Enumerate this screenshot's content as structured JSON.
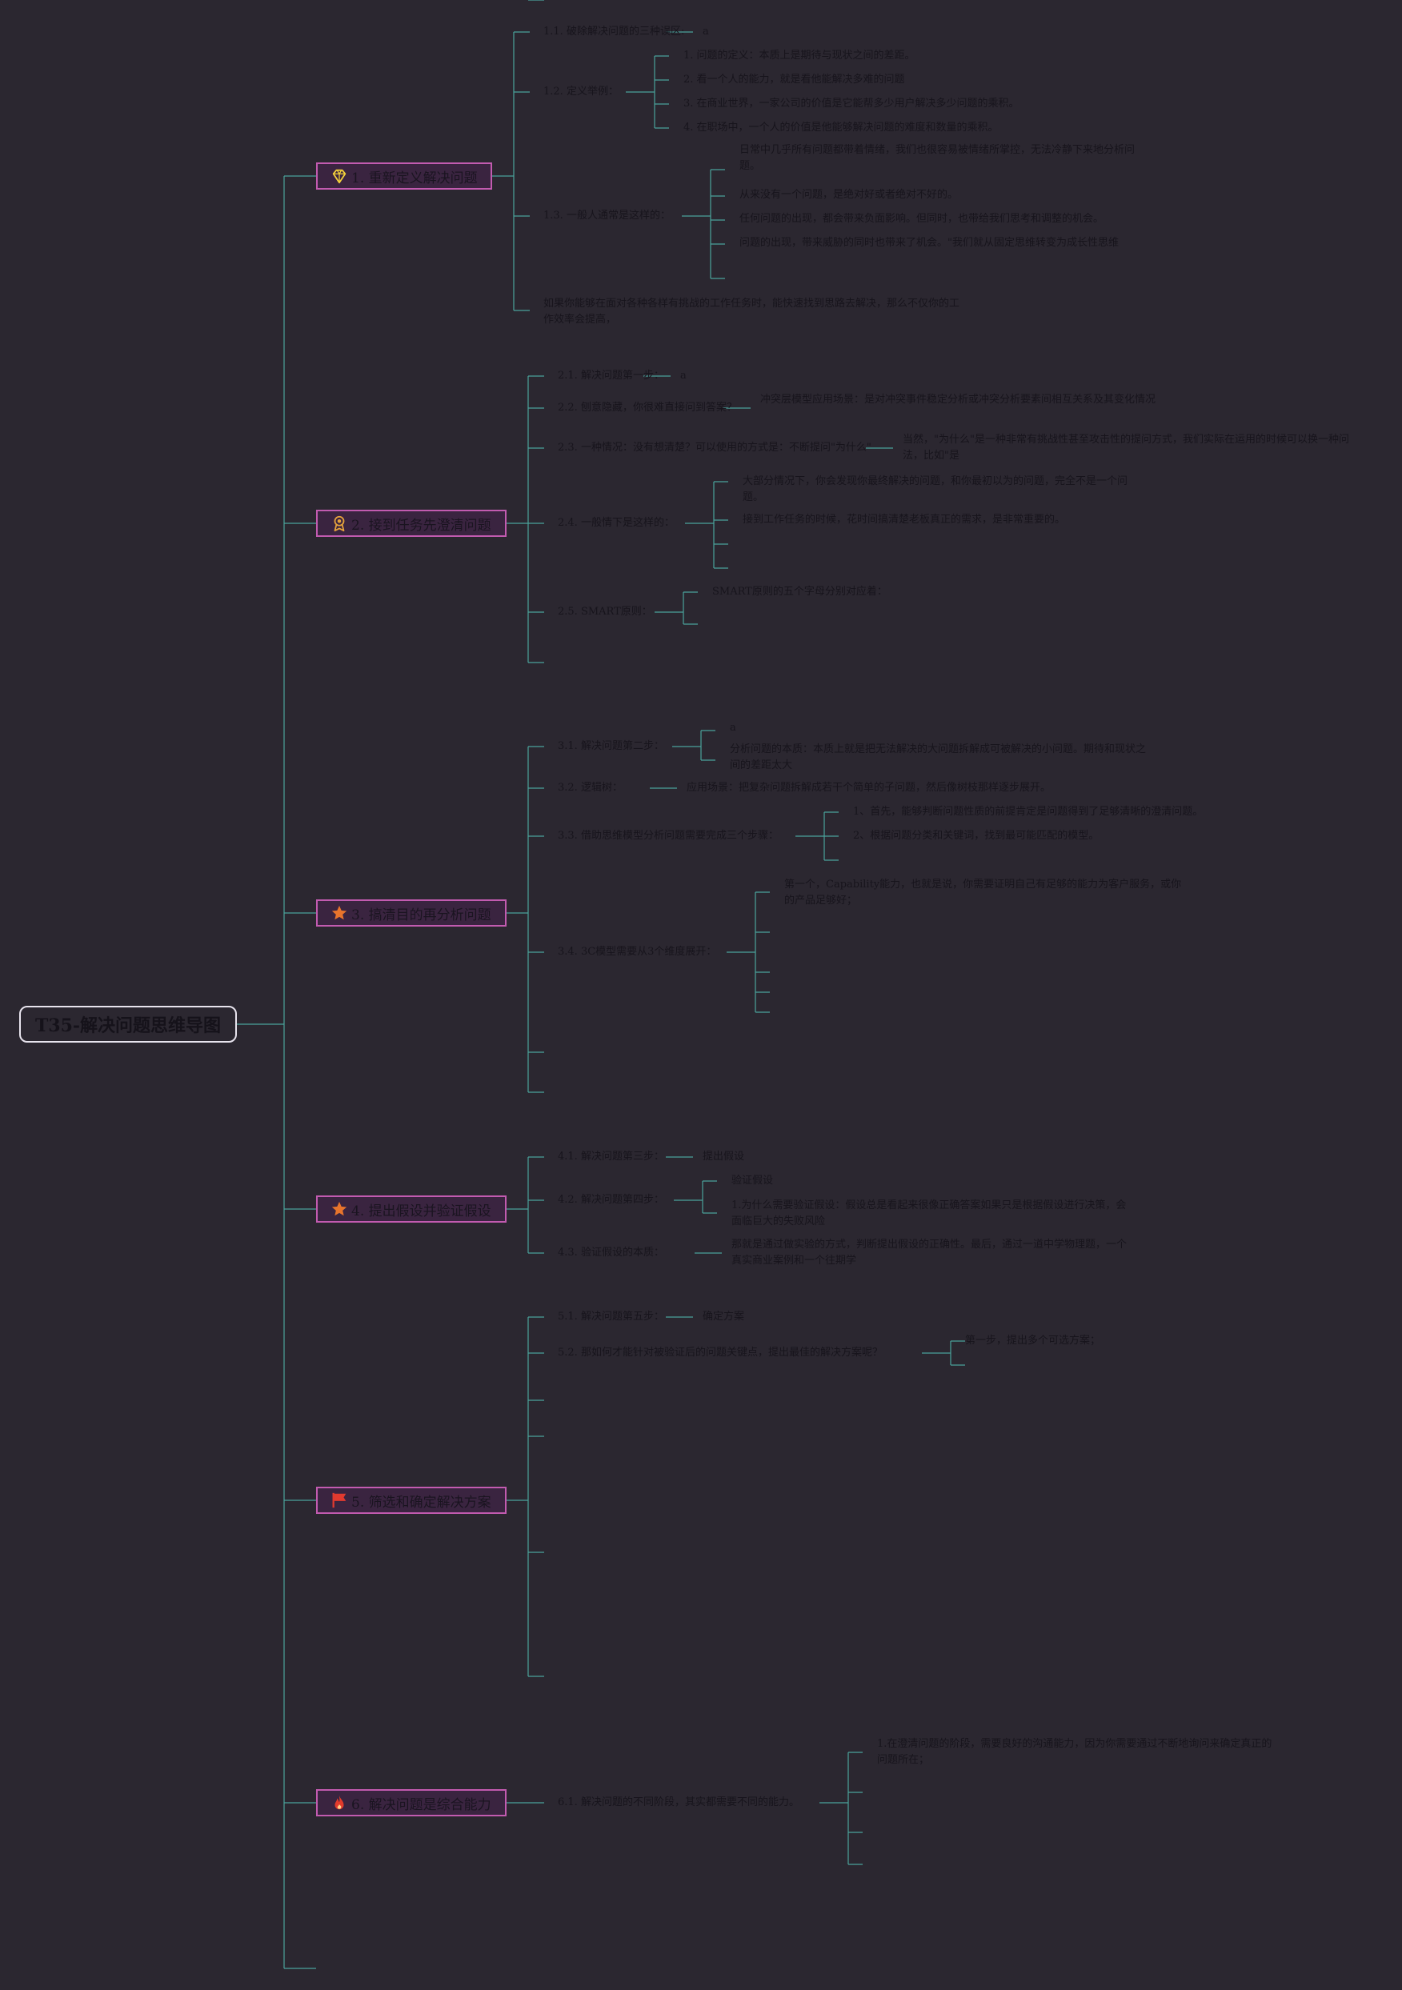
{
  "title": "T35-解决问题思维导图",
  "colors": {
    "background": "#2b2730",
    "line": "#4aa39b",
    "branch_border": "#c25bb0",
    "branch_fill": "#3a2440"
  },
  "branches": [
    {
      "label": "1. 重新定义解决问题",
      "icon": "diamond-icon",
      "icon_color": "#f2d03b",
      "nodes": [
        {
          "label": "1.1. 破除解决问题的三种误区:",
          "children": [
            "a"
          ]
        },
        {
          "label": "1.2. 定义举例：",
          "children": [
            "1. 问题的定义：本质上是期待与现状之间的差距。",
            "2. 看一个人的能力，就是看他能解决多难的问题",
            "3. 在商业世界，一家公司的价值是它能帮多少用户解决多少问题的乘积。",
            "4. 在职场中，一个人的价值是他能够解决问题的难度和数量的乘积。"
          ]
        },
        {
          "label": "1.3. 一般人通常是这样的：",
          "children": [
            "日常中几乎所有问题都带着情绪，我们也很容易被情绪所掌控，无法冷静下来地分析问题。",
            "从来没有一个问题，是绝对好或者绝对不好的。",
            "任何问题的出现，都会带来负面影响。但同时，也带给我们思考和调整的机会。",
            "问题的出现，带来威胁的同时也带来了机会。\"我们就从固定思维转变为成长性思维",
            ""
          ]
        },
        {
          "label": "如果你能够在面对各种各样有挑战的工作任务时，能快速找到思路去解决，那么不仅你的工作效率会提高，",
          "children": []
        }
      ]
    },
    {
      "label": "2. 接到任务先澄清问题",
      "icon": "award-icon",
      "icon_color": "#e6a23c",
      "nodes": [
        {
          "label": "2.1. 解决问题第一步：",
          "children": [
            "a"
          ]
        },
        {
          "label": "2.2. 刨意隐藏，你很难直接问到答案？",
          "children": [
            "冲突层模型应用场景：是对冲突事件稳定分析或冲突分析要素间相互关系及其变化情况"
          ]
        },
        {
          "label": "2.3. 一种情况：没有想清楚？可以使用的方式是：不断提问\"为什么\"",
          "children": [
            "当然，\"为什么\"是一种非常有挑战性甚至攻击性的提问方式，我们实际在运用的时候可以换一种问法，比如\"是"
          ]
        },
        {
          "label": "2.4. 一般情下是这样的：",
          "children": [
            "大部分情况下，你会发现你最终解决的问题，和你最初以为的问题，完全不是一个问题。",
            "接到工作任务的时候，花时间搞清楚老板真正的需求，是非常重要的。",
            "",
            ""
          ]
        },
        {
          "label": "2.5. SMART原则：",
          "children": [
            "SMART原则的五个字母分别对应着：",
            ""
          ]
        },
        {
          "label": "",
          "children": []
        }
      ]
    },
    {
      "label": "3. 搞清目的再分析问题",
      "icon": "star-icon",
      "icon_color": "#e8742c",
      "nodes": [
        {
          "label": "3.1. 解决问题第二步：",
          "children": [
            "a",
            "分析问题的本质：本质上就是把无法解决的大问题拆解成可被解决的小问题。期待和现状之间的差距太大"
          ]
        },
        {
          "label": "3.2. 逻辑树：",
          "children": [
            "应用场景：把复杂问题拆解成若干个简单的子问题，然后像树枝那样逐步展开。"
          ]
        },
        {
          "label": "3.3. 借助思维模型分析问题需要完成三个步骤：",
          "children": [
            "1、首先，能够判断问题性质的前提肯定是问题得到了足够清晰的澄清问题。",
            "2、根据问题分类和关键词，找到最可能匹配的模型。",
            ""
          ]
        },
        {
          "label": "3.4. 3C模型需要从3个维度展开：",
          "children": [
            "第一个，Capability能力，也就是说，你需要证明自己有足够的能力为客户服务，或你的产品足够好；",
            "",
            "",
            "",
            ""
          ]
        },
        {
          "label": "",
          "children": []
        },
        {
          "label": "",
          "children": []
        }
      ]
    },
    {
      "label": "4. 提出假设并验证假设",
      "icon": "star-icon",
      "icon_color": "#e8742c",
      "nodes": [
        {
          "label": "4.1. 解决问题第三步：",
          "children": [
            "提出假设"
          ]
        },
        {
          "label": "4.2. 解决问题第四步：",
          "children": [
            "验证假设",
            "1.为什么需要验证假设：假设总是看起来很像正确答案如果只是根据假设进行决策，会面临巨大的失败风险"
          ]
        },
        {
          "label": "4.3. 验证假设的本质：",
          "children": [
            "那就是通过做实验的方式，判断提出假设的正确性。最后，通过一道中学物理题，一个真实商业案例和一个往期学"
          ]
        }
      ]
    },
    {
      "label": "5. 筛选和确定解决方案",
      "icon": "flag-icon",
      "icon_color": "#e03a2f",
      "nodes": [
        {
          "label": "5.1. 解决问题第五步：",
          "children": [
            "确定方案"
          ]
        },
        {
          "label": "5.2. 那如何才能针对被验证后的问题关键点，提出最佳的解决方案呢？",
          "children": [
            "第一步，提出多个可选方案；",
            ""
          ]
        },
        {
          "label": "",
          "children": []
        },
        {
          "label": "",
          "children": []
        },
        {
          "label": "",
          "children": []
        },
        {
          "label": "",
          "children": []
        },
        {
          "label": "",
          "children": []
        }
      ]
    },
    {
      "label": "6. 解决问题是综合能力",
      "icon": "fire-icon",
      "icon_color": "#e23b2c",
      "nodes": [
        {
          "label": "6.1. 解决问题的不同阶段，其实都需要不同的能力。",
          "children": [
            "1.在澄清问题的阶段，需要良好的沟通能力，因为你需要通过不断地询问来确定真正的问题所在；",
            "",
            "",
            ""
          ]
        }
      ]
    }
  ]
}
